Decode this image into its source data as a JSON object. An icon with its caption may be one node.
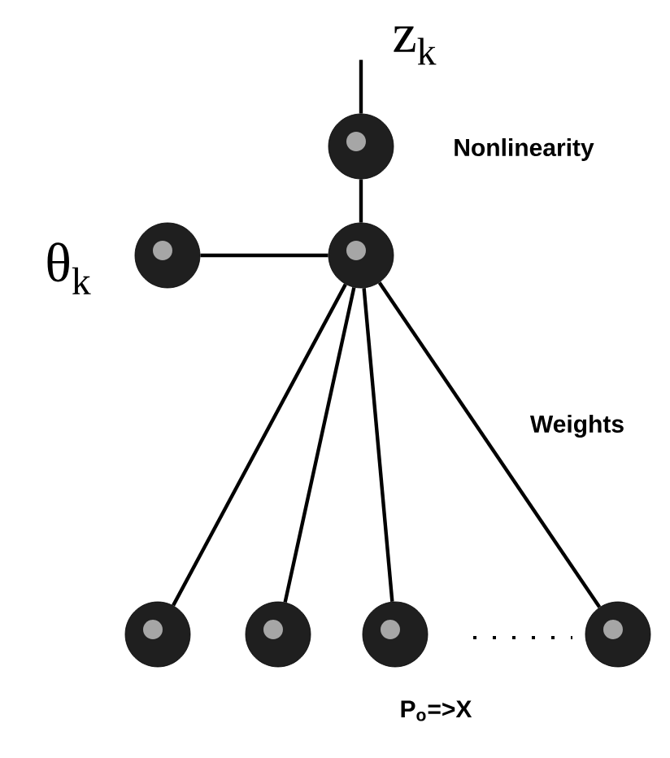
{
  "diagram": {
    "nodes": [
      {
        "text": [],
        "shape": "circle",
        "beside": [
          "Nonlinearity"
        ]
      },
      {
        "text": [],
        "shape": "circle",
        "beside": [
          "θ$_{k}$"
        ]
      },
      {
        "text": [],
        "shape": "circle"
      },
      {
        "text": [],
        "shape": "circle"
      },
      {
        "text": [],
        "shape": "circle"
      },
      {
        "text": [],
        "shape": "circle"
      },
      {
        "text": [],
        "shape": "circle"
      }
    ],
    "edges": [
      {
        "from": 0,
        "to": null,
        "arrow": "none"
      },
      {
        "from": 1,
        "to": 2,
        "arrow": "none"
      },
      {
        "from": 2,
        "to": 0,
        "arrow": "none"
      },
      {
        "from": 2,
        "to": 3,
        "arrow": "none"
      },
      {
        "from": 2,
        "to": 4,
        "arrow": "none"
      },
      {
        "from": 2,
        "to": 5,
        "arrow": "none"
      },
      {
        "from": 2,
        "to": 6,
        "arrow": "none"
      }
    ],
    "labels": [
      "z$_{k}$",
      "Weights",
      "P$_{o}$=>X"
    ]
  }
}
